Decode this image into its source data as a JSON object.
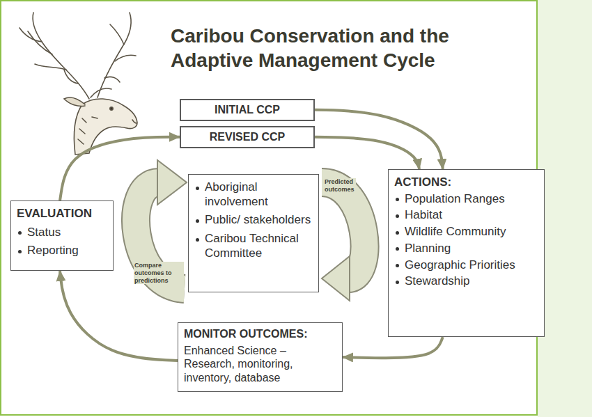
{
  "diagram": {
    "title": "Caribou Conservation and the Adaptive Management Cycle",
    "nodes": [
      {
        "text": [
          "INITIAL CCP"
        ]
      },
      {
        "text": [
          "REVISED CCP"
        ]
      },
      {
        "text": [
          "Aboriginal involvement",
          "Public/ stakeholders",
          "Caribou Technical Committee"
        ]
      },
      {
        "text": [
          "ACTIONS:",
          "Population Ranges",
          "Habitat",
          "Wildlife Community",
          "Planning",
          "Geographic Priorities",
          "Stewardship"
        ]
      },
      {
        "text": [
          "MONITOR OUTCOMES:",
          "Enhanced Science – Research, monitoring, inventory, database"
        ]
      },
      {
        "text": [
          "EVALUATION",
          "Status",
          "Reporting"
        ]
      }
    ],
    "edges": [
      {
        "from": 0,
        "to": 3,
        "arrow": "to"
      },
      {
        "from": 1,
        "to": 3,
        "arrow": "to"
      },
      {
        "from": 3,
        "to": 4,
        "arrow": "to"
      },
      {
        "from": 4,
        "to": 5,
        "arrow": "to"
      },
      {
        "from": 5,
        "to": 1,
        "arrow": "to"
      }
    ],
    "labels": [
      "Predicted outcomes",
      "Compare outcomes to predictions"
    ]
  }
}
